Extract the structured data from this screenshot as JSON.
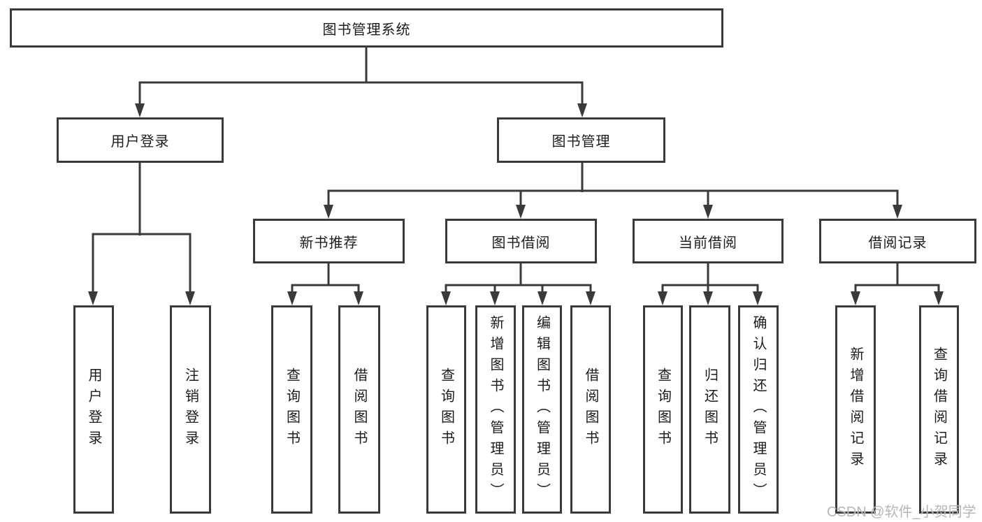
{
  "diagram": {
    "root": {
      "label": "图书管理系统"
    },
    "children": [
      {
        "label": "用户登录",
        "children": [
          {
            "label": "用户登录"
          },
          {
            "label": "注销登录"
          }
        ]
      },
      {
        "label": "图书管理",
        "children": [
          {
            "label": "新书推荐",
            "children": [
              {
                "label": "查询图书"
              },
              {
                "label": "借阅图书"
              }
            ]
          },
          {
            "label": "图书借阅",
            "children": [
              {
                "label": "查询图书"
              },
              {
                "label": "新增图书（管理员）"
              },
              {
                "label": "编辑图书（管理员）"
              },
              {
                "label": "借阅图书"
              }
            ]
          },
          {
            "label": "当前借阅",
            "children": [
              {
                "label": "查询图书"
              },
              {
                "label": "归还图书"
              },
              {
                "label": "确认归还（管理员）"
              }
            ]
          },
          {
            "label": "借阅记录",
            "children": [
              {
                "label": "新增借阅记录"
              },
              {
                "label": "查询借阅记录"
              }
            ]
          }
        ]
      }
    ]
  },
  "watermark": {
    "text": "CSDN @软件_小贺同学"
  },
  "colors": {
    "line": "#3a3a3a",
    "text": "#1c1c1c",
    "background": "#ffffff",
    "watermark": "#9e9e9e"
  }
}
